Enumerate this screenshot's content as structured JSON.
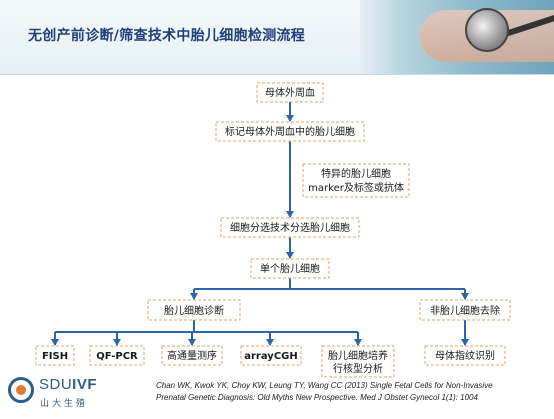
{
  "header": {
    "title": "无创产前诊断/筛查技术中胎儿细胞检测流程"
  },
  "diagram": {
    "nodes": {
      "maternal_blood": "母体外周血",
      "label_cells": "标记母体外周血中的胎儿细胞",
      "marker_line1": "特异的胎儿细胞",
      "marker_line2": "marker及标签或抗体",
      "sorting": "细胞分选技术分选胎儿细胞",
      "single_cell": "单个胎儿细胞",
      "diagnosis": "胎儿细胞诊断",
      "removal": "非胎儿细胞去除",
      "fish": "FISH",
      "qfpcr": "QF-PCR",
      "sequencing": "高通量测序",
      "arraycgh": "arrayCGH",
      "culture_line1": "胎儿细胞培养",
      "culture_line2": "行核型分析",
      "fingerprint": "母体指纹识别"
    },
    "colors": {
      "arrow": "#2a66a8",
      "box_border": "#e8a06a",
      "box_fill": "#ffffff"
    }
  },
  "footer": {
    "logo_text_a": "SDU",
    "logo_text_b": "IVF",
    "logo_sub": "山大生殖",
    "citation_line1": "Chan WK, Kwok YK, Choy KW, Leung TY, Wang CC (2013) Single Fetal Cells for Non-Invasive",
    "citation_line2": "Prenatal Genetic Diagnosis: Old Myths New Prospective. Med J Obstet Gynecol 1(1): 1004"
  }
}
